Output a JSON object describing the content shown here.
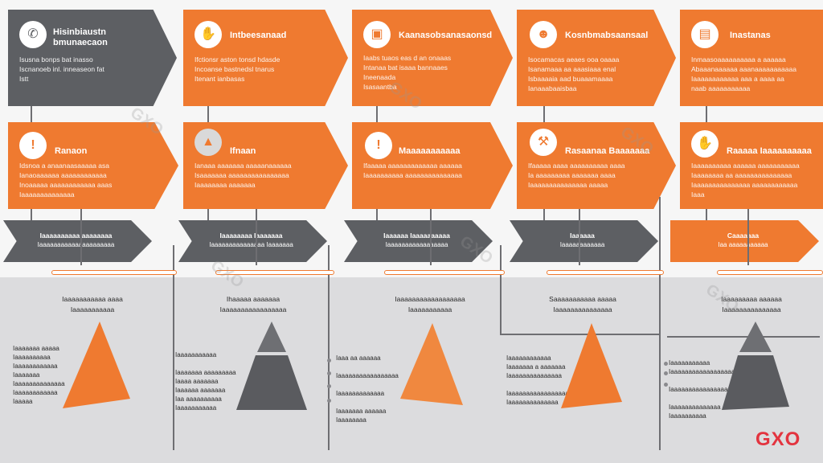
{
  "colors": {
    "orange": "#ef7a30",
    "gray": "#5d5f63",
    "light_gray": "#dcdcde",
    "brand_red": "#e3343f"
  },
  "top_row": [
    {
      "icon": "chat-bubble-icon",
      "title": "Hisinbiaustn\nbmunaecaon",
      "body": "Isusna bonps bat inasso\nIscnanoeb inl. inneaseon fat\nIstt"
    },
    {
      "icon": "hand-icon",
      "title": "Intbeesanaad",
      "body": "Ifctionsr aston tonsd hdasde\nIncoanse bastnedsl tnarus\nItenant ianbasas"
    },
    {
      "icon": "certificate-icon",
      "title": "Kaanasobsanasaonsd",
      "body": "Iaabs tuaos eas d an onaaas\nIntanaa bat isaaa bannaaes\nIneenaada\nIsasaantba"
    },
    {
      "icon": "person-icon",
      "title": "Kosnbmabsaansaal",
      "body": "Isocamacas aeaes ooa oaaaa\nIsanamaaa aa aaasiaaa enal\nIsbaaaaia aad buaaamaaaa\nIanaaabaaisbaa"
    },
    {
      "icon": "briefcase-icon",
      "title": "Inastanas",
      "body": "Inmaasoaaaaaaaaaa a aaaaaa\nAbaaanaaaaaa aaanaaaaaaaaaaa\nIaaaaaaaaaaaa aaa a aaaa aa\nnaab aaaaaaaaaaa"
    }
  ],
  "mid_row": [
    {
      "icon": "exclamation-icon",
      "title": "Ranaon",
      "body": "Idsnoa a anaanaasaaaaa asa\nIanaoaaaaaa aaaaaaaaaaaa\nInoaaaaa aaaaaaaaaaaa aaas\nIaaaaaaaaaaaaaa"
    },
    {
      "icon": "cap-icon",
      "title": "Ifnaan",
      "body": "Ianaaa aaaaaaa aaaaanaaaaaa\nIsaaaaaaa aaaaaaaaaaaaaaaa\nIaaaaaaaa aaaaaaa"
    },
    {
      "icon": "exclamation-icon",
      "title": "Maaaaaaaaaaa",
      "body": "Ifaaaaa aaaaaaaaaaaaa aaaaaa\nIaaaaaaaaaa aaaaaaaaaaaaaaa"
    },
    {
      "icon": "tool-icon",
      "title": "Rasaanaa Baaaaaaa",
      "body": "Ifaaaaa aaaa aaaaaaaaaa aaaa\nIa aaaaaaaaa aaaaaaa aaaa\nIaaaaaaaaaaaaaaa aaaaa"
    },
    {
      "icon": "hand-icon",
      "title": "Raaaaa Iaaaaaaaaaa",
      "body": "Iaaaaaaaaaa aaaaaa aaaaaaaaaaa\nIaaaaaaaa aa aaaaaaaaaaaaaaa\nIaaaaaaaaaaaaaaa aaaaaaaaaaaa\nIaaa"
    }
  ],
  "ribbons": [
    {
      "line1": "Iaaaaaaaaaa aaaaaaaa",
      "line2": "Iaaaaaaaaaaaaaaaaaaaaa"
    },
    {
      "line1": "Iaaaaaaaa Iaaaaaaa",
      "line2": "Iaaaaaaaaaaaaaaa Iaaaaaaa"
    },
    {
      "line1": "Iaaaaaa Iaaaaaaaaaa",
      "line2": "Iaaaaaaaaaaaaaaaaa"
    },
    {
      "line1": "Iaaaaaa",
      "line2": "Iaaaaaaaaaaaa"
    },
    {
      "line1": "Caaaaaaa",
      "line2": "Iaa aaaaaaaaaaa"
    }
  ],
  "step_heads": [
    "Iaaaaaaaaaaa aaaa\nIaaaaaaaaaaa",
    "Ihaaaaa aaaaaaa\nIaaaaaaaaaaaaaaaaa",
    "Iaaaaaaaaaaaaaaaaaa\nIaaaaaaaaaaa",
    "Saaaaaaaaaaa aaaaa\nIaaaaaaaaaaaaaaa",
    "Iaaaaaaaaa aaaaaa\nIaaaaaaaaaaaaaaa"
  ],
  "notes": [
    "Iaaaaaaa aaaaa\nIaaaaaaaaaa\nIaaaaaaaaaaaa\nIaaaaaaa\nIaaaaaaaaaaaaaa\nIaaaaaaaaaaaa\nIaaaaa",
    "Iaaaaaaaaaaa\n\nIaaaaaaa aaaaaaaaa\nIaaaa aaaaaaa\nIaaaaaa aaaaaaa\nIaa aaaaaaaaaa\nIaaaaaaaaaaa",
    "Iaaa aa aaaaaa\n\nIaaaaaaaaaaaaaaaaa\n\nIaaaaaaaaaaaaa\n\nIaaaaaaa aaaaaa\nIaaaaaaaa",
    "Iaaaaaaaaaaaa\nIaaaaaaa a aaaaaaa\nIaaaaaaaaaaaaaaa\n\nIaaaaaaaaaaaaaaaaaaa\nIaaaaaaaaaaaaaa",
    "Iaaaaaaaaaaa\nIaaaaaaaaaaaaaaaaaa\n\nIaaaaaaaaaaaaaaaaaa\n\nIaaaaaaaaaaaaaa\nIaaaaaaaaaa"
  ],
  "watermark": "GXO",
  "brand": "GXO"
}
